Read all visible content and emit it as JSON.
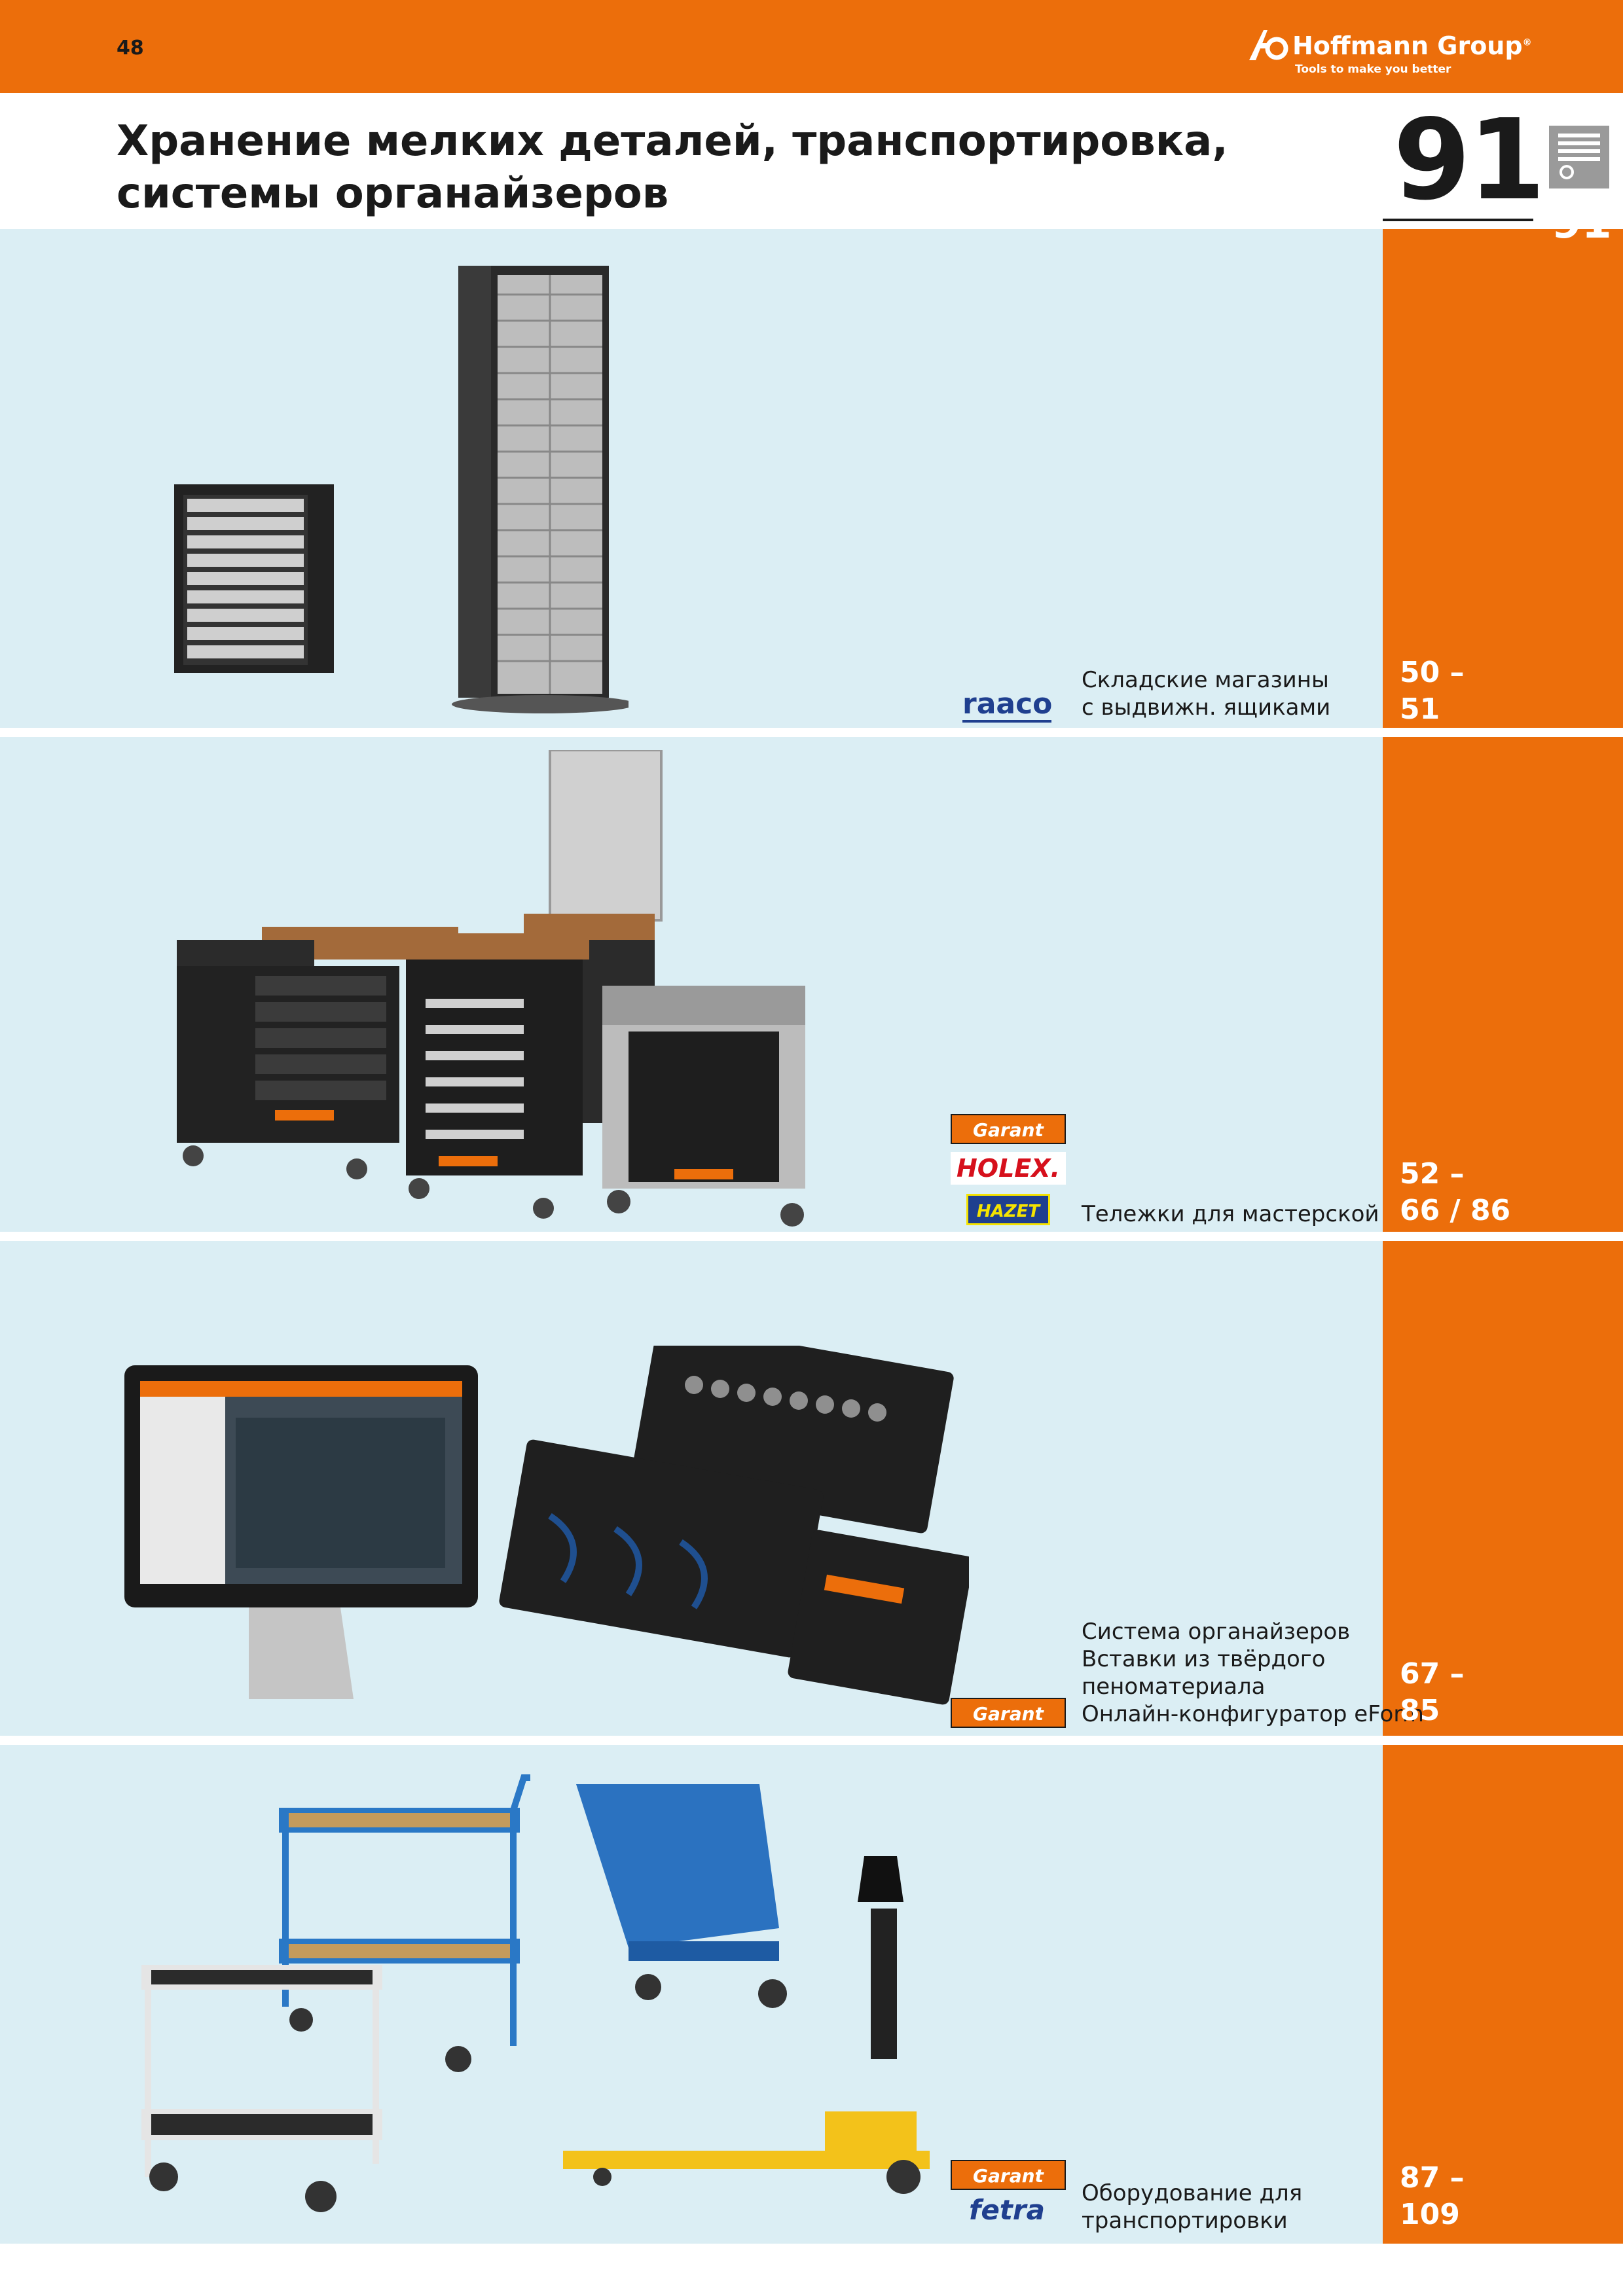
{
  "header": {
    "page_number": "48",
    "brand_name": "Hoffmann Group",
    "registered": "®",
    "tagline": "Tools to make you better"
  },
  "title": {
    "line1": "Хранение мелких деталей, транспортировка,",
    "line2": "системы органайзеров"
  },
  "category": {
    "number_large": "91",
    "number_small": "91",
    "icon": "drawer-cabinet-icon"
  },
  "sections": [
    {
      "label_lines": [
        "Складские магазины",
        "с выдвижн. ящиками"
      ],
      "pages_lines": [
        "50 –",
        "51"
      ],
      "brands": [
        "raaco"
      ]
    },
    {
      "label_lines": [
        "Тележки для мастерской"
      ],
      "pages_lines": [
        "52 –",
        "66 / 86"
      ],
      "brands": [
        "Garant",
        "HOLEX.",
        "HAZET"
      ]
    },
    {
      "label_lines": [
        "Система органайзеров",
        "Вставки из твёрдого",
        "пеноматериала",
        "Онлайн-конфигуратор eForm"
      ],
      "pages_lines": [
        "67 –",
        "85"
      ],
      "brands": [
        "Garant"
      ]
    },
    {
      "label_lines": [
        "Оборудование для",
        "транспортировки"
      ],
      "pages_lines": [
        "87 –",
        "109"
      ],
      "brands": [
        "Garant",
        "fetra"
      ]
    }
  ],
  "colors": {
    "orange": "#ec6e0b",
    "section_bg": "#dbeef4",
    "text": "#1a1a1a",
    "brand_blue": "#1f3f8f"
  }
}
